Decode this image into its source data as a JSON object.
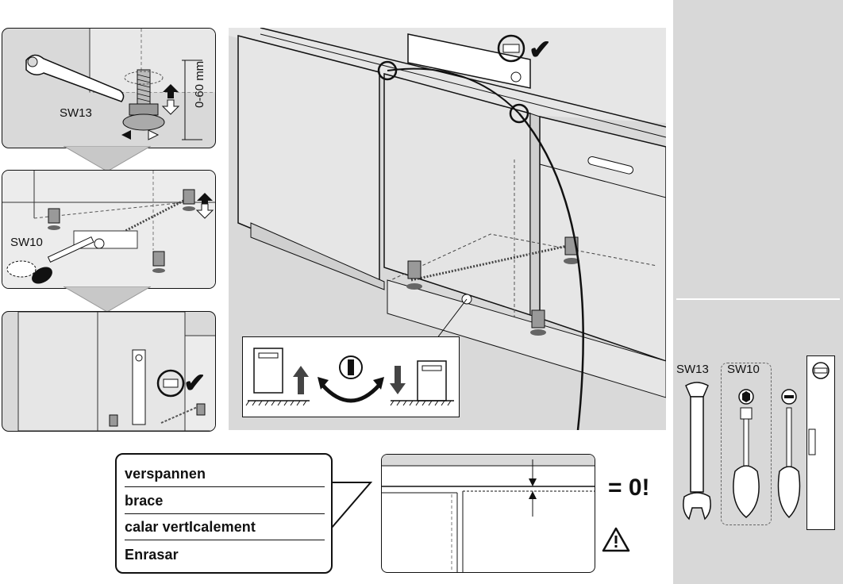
{
  "labels": {
    "wrench_size_top": "SW13",
    "height_range": "0-60 mm",
    "screwdriver_size": "SW10",
    "tool_wrench": "SW13",
    "tool_screwdriver_hex": "SW10"
  },
  "callout": {
    "items": [
      "verspannen",
      "brace",
      "calar vertIcalement",
      "Enrasar"
    ]
  },
  "detail": {
    "gap_equation": "= 0!"
  },
  "icons": [
    "wrench-icon",
    "screwdriver-icon",
    "spirit-level-icon",
    "checkmark-icon",
    "warning-icon",
    "arrow-up-icon",
    "arrow-down-icon",
    "rotate-arrow-icon"
  ]
}
